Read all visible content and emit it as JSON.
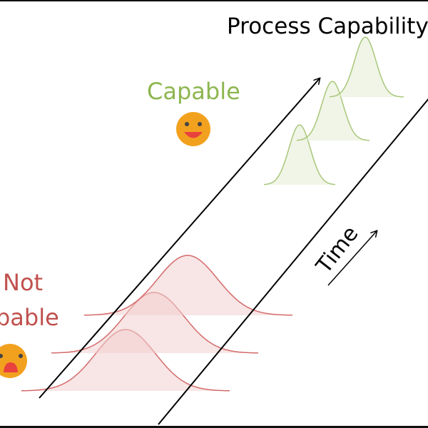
{
  "title": "Process Capability",
  "capable_label": "Capable",
  "not_capable_label": {
    "line1": "Not",
    "line2": "Capable"
  },
  "time_label": "Time",
  "colors": {
    "capable": "#8db64f",
    "not_capable": "#c0504d",
    "emoji": "#f2a11f"
  },
  "icons": {
    "capable": "happy-face-icon",
    "not_capable": "shocked-face-icon"
  }
}
